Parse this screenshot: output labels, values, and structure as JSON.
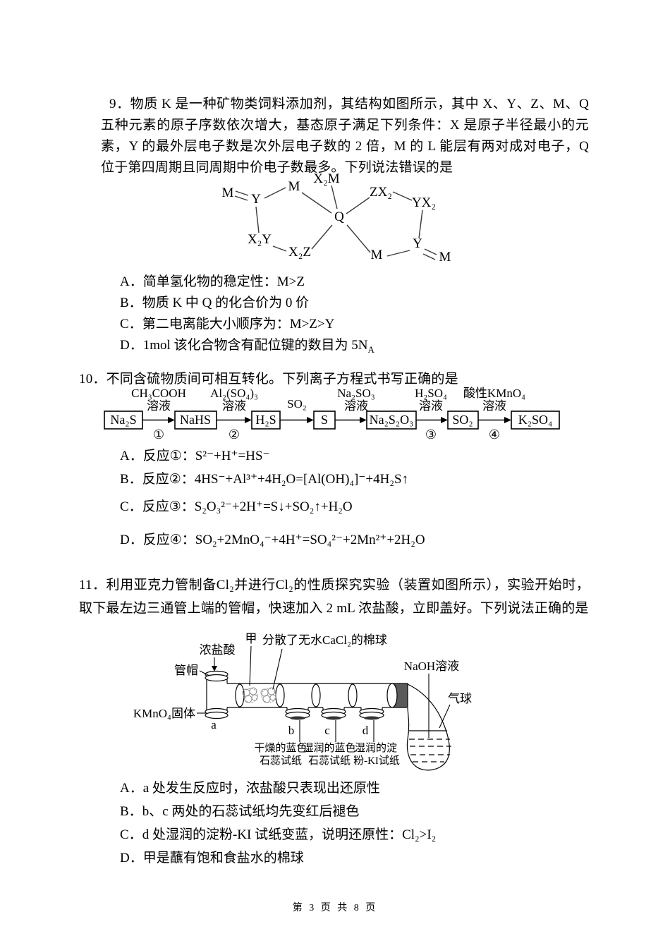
{
  "footer": "第 3 页 共 8 页",
  "q9": {
    "number": "9．",
    "text": "物质 K 是一种矿物类饲料添加剂，其结构如图所示，其中 X、Y、Z、M、Q 五种元素的原子序数依次增大，基态原子满足下列条件：X 是原子半径最小的元素，Y 的最外层电子数是次外层电子数的 2 倍，M 的 L 能层有两对成对电子，Q 位于第四周期且同周期中价电子数最多。下列说法错误的是",
    "structure": {
      "top": "X₂M",
      "center": "Q",
      "m_upper_left": "M",
      "y_left": "Y",
      "m_far_left": "M",
      "x2y": "X₂Y",
      "x2z": "X₂Z",
      "zx2": "ZX₂",
      "yx2": "YX₂",
      "y_right": "Y",
      "m_far_right": "M",
      "m_bottom": "M"
    },
    "options": [
      {
        "label": "A．",
        "text": "简单氢化物的稳定性：M>Z"
      },
      {
        "label": "B．",
        "text": "物质 K 中 Q 的化合价为 0 价"
      },
      {
        "label": "C．",
        "text": "第二电离能大小顺序为：M>Z>Y"
      },
      {
        "label": "D．",
        "text": "1mol 该化合物含有配位键的数目为 5N",
        "sub": "A"
      }
    ]
  },
  "q10": {
    "number": "10．",
    "text": "不同含硫物质间可相互转化。下列离子方程式书写正确的是",
    "flow": {
      "boxes": [
        "Na₂S",
        "NaHS",
        "H₂S",
        "S",
        "Na₂S₂O₃",
        "SO₂",
        "K₂SO₄"
      ],
      "reagents": [
        {
          "line1": "CH₃COOH",
          "line2": "溶液"
        },
        {
          "line1": "Al₂(SO₄)₃",
          "line2": "溶液"
        },
        {
          "line1": "SO₂",
          "line2": ""
        },
        {
          "line1": "Na₂SO₃",
          "line2": "溶液"
        },
        {
          "line1": "H₂SO₄",
          "line2": "溶液"
        },
        {
          "line1": "酸性KMnO₄",
          "line2": "溶液"
        }
      ],
      "steps": [
        "①",
        "②",
        "③",
        "④"
      ]
    },
    "options": [
      {
        "label": "A．",
        "text": "反应①：S²⁻+H⁺=HS⁻"
      },
      {
        "label": "B．",
        "text": "反应②：4HS⁻+Al³⁺+4H₂O=[Al(OH)₄]⁻+4H₂S↑"
      },
      {
        "label": "C．",
        "text": "反应③：S₂O₃²⁻+2H⁺=S↓+SO₂↑+H₂O"
      },
      {
        "label": "D．",
        "text": "反应④：SO₂+2MnO₄⁻+4H⁺=SO₄²⁻+2Mn²⁺+2H₂O"
      }
    ]
  },
  "q11": {
    "number": "11．",
    "text": "利用亚克力管制备Cl₂并进行Cl₂的性质探究实验（装置如图所示），实验开始时，取下最左边三通管上端的管帽，快速加入 2 mL 浓盐酸，立即盖好。下列说法正确的是",
    "apparatus": {
      "hcl": "浓盐酸",
      "tube_cap": "管帽",
      "jia": "甲",
      "cacl2_cotton": "分散了无水CaCl₂的棉球",
      "naoh": "NaOH溶液",
      "balloon": "气球",
      "kmno4": "KMnO₄固体",
      "pos_a": "a",
      "pos_b": "b",
      "pos_c": "c",
      "pos_d": "d",
      "b_caption1": "干燥的蓝色",
      "b_caption2": "石蕊试纸",
      "c_caption1": "湿润的蓝色",
      "c_caption2": "石蕊试纸",
      "d_caption1": "湿润的淀",
      "d_caption2": "粉-KI试纸"
    },
    "options": [
      {
        "label": "A．",
        "text": "a 处发生反应时，浓盐酸只表现出还原性"
      },
      {
        "label": "B．",
        "text": "b、c 两处的石蕊试纸均先变红后褪色"
      },
      {
        "label": "C．",
        "text": "d 处湿润的淀粉-KI 试纸变蓝，说明还原性：Cl₂>I₂"
      },
      {
        "label": "D．",
        "text": "甲是蘸有饱和食盐水的棉球"
      }
    ]
  }
}
